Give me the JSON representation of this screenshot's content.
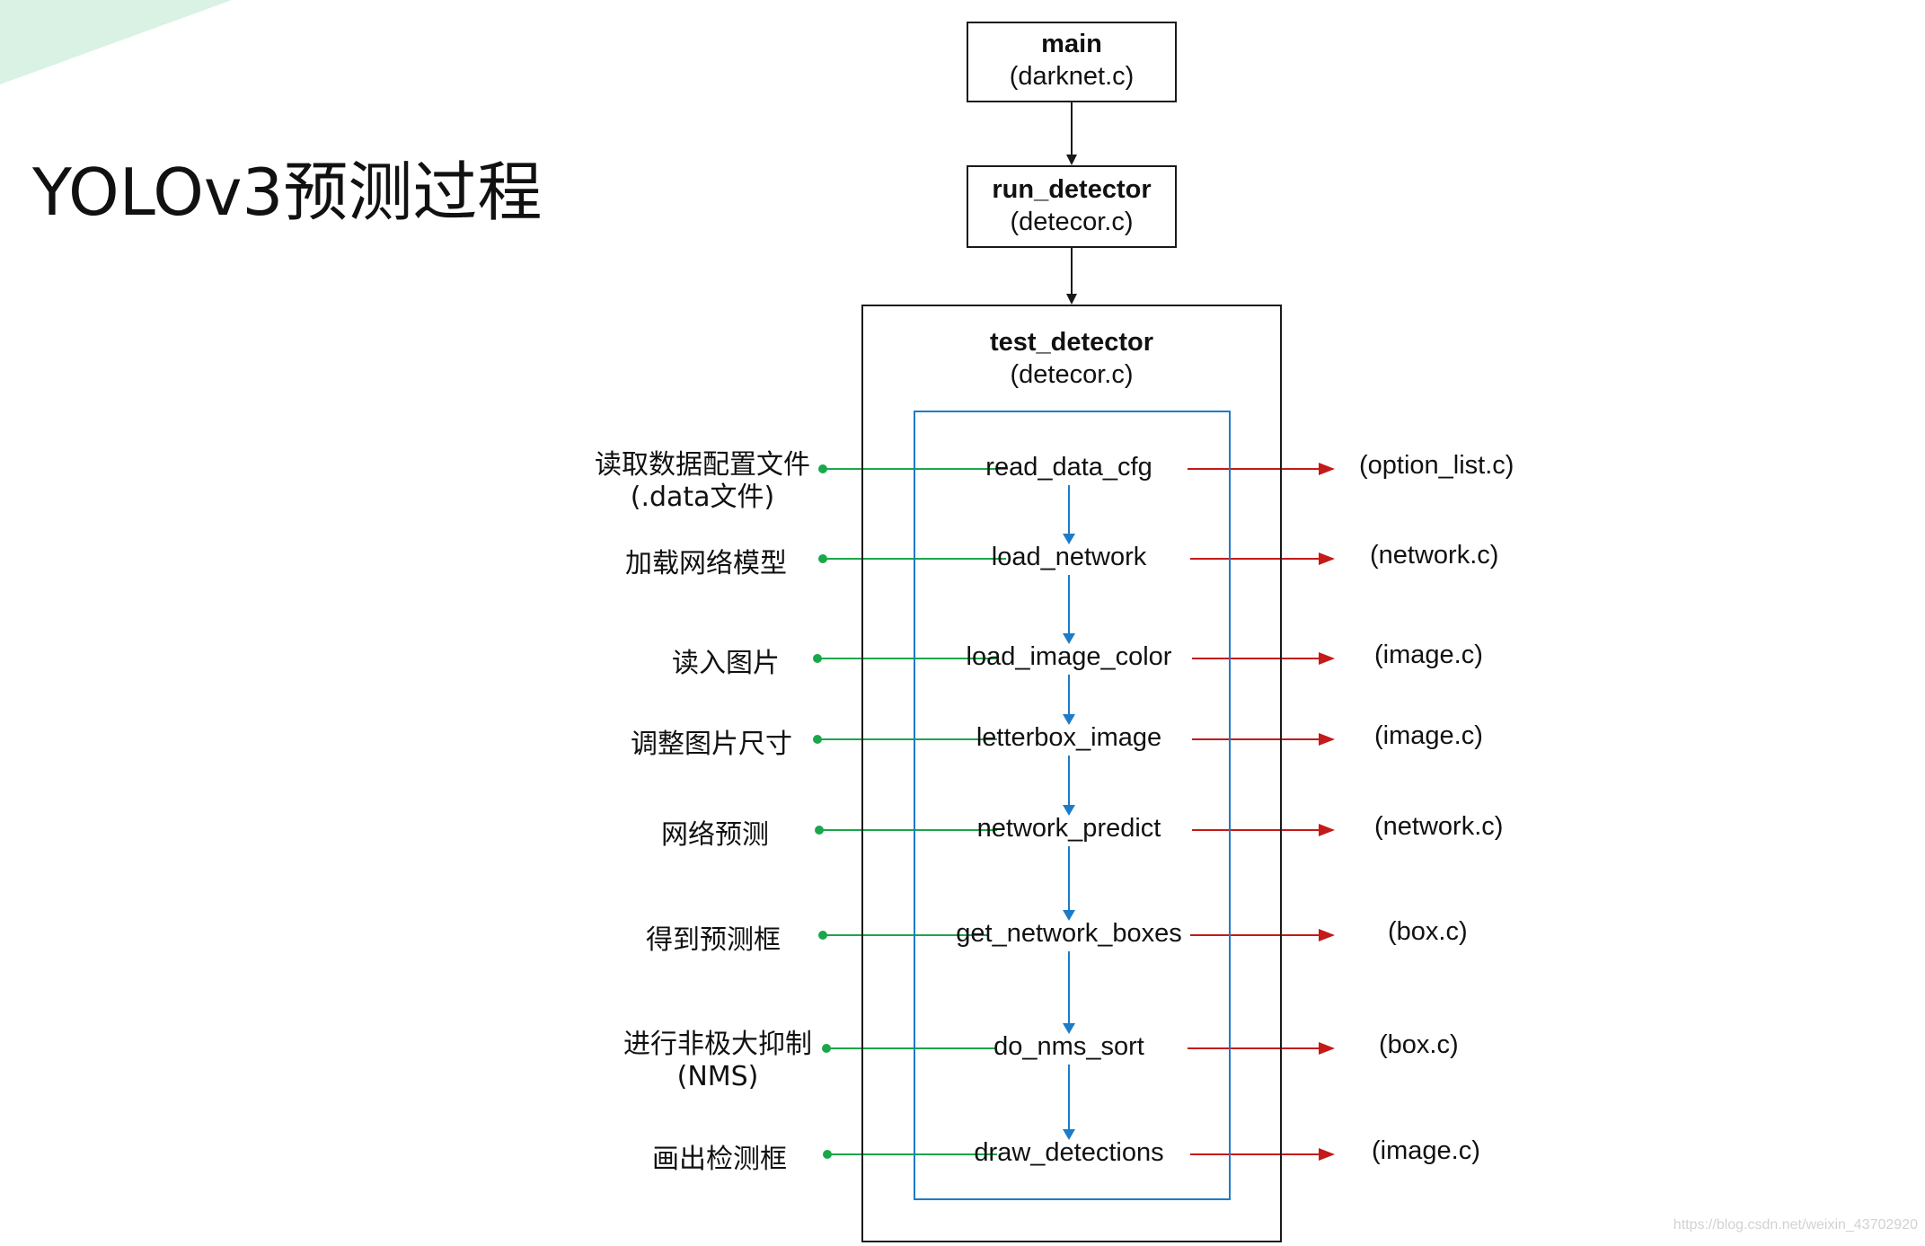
{
  "title": "YOLOv3预测过程",
  "colors": {
    "corner_accent": "#d9f2e3",
    "green_connector": "#1aa74a",
    "red_arrow": "#c41a1a",
    "blue_arrow": "#1e7bc7",
    "box_border": "#1a1a1a"
  },
  "top_boxes": [
    {
      "name": "main",
      "file": "(darknet.c)"
    },
    {
      "name": "run_detector",
      "file": "(detecor.c)"
    }
  ],
  "outer_box": {
    "name": "test_detector",
    "file": "(detecor.c)"
  },
  "steps": [
    {
      "desc": [
        "读取数据配置文件",
        "(.data文件)"
      ],
      "function": "read_data_cfg",
      "file": "(option_list.c)"
    },
    {
      "desc": [
        "加载网络模型"
      ],
      "function": "load_network",
      "file": "(network.c)"
    },
    {
      "desc": [
        "读入图片"
      ],
      "function": "load_image_color",
      "file": "(image.c)"
    },
    {
      "desc": [
        "调整图片尺寸"
      ],
      "function": "letterbox_image",
      "file": "(image.c)"
    },
    {
      "desc": [
        "网络预测"
      ],
      "function": "network_predict",
      "file": "(network.c)"
    },
    {
      "desc": [
        "得到预测框"
      ],
      "function": "get_network_boxes",
      "file": "(box.c)"
    },
    {
      "desc": [
        "进行非极大抑制",
        "(NMS)"
      ],
      "function": "do_nms_sort",
      "file": "(box.c)"
    },
    {
      "desc": [
        "画出检测框"
      ],
      "function": "draw_detections",
      "file": "(image.c)"
    }
  ],
  "watermark": "https://blog.csdn.net/weixin_43702920"
}
